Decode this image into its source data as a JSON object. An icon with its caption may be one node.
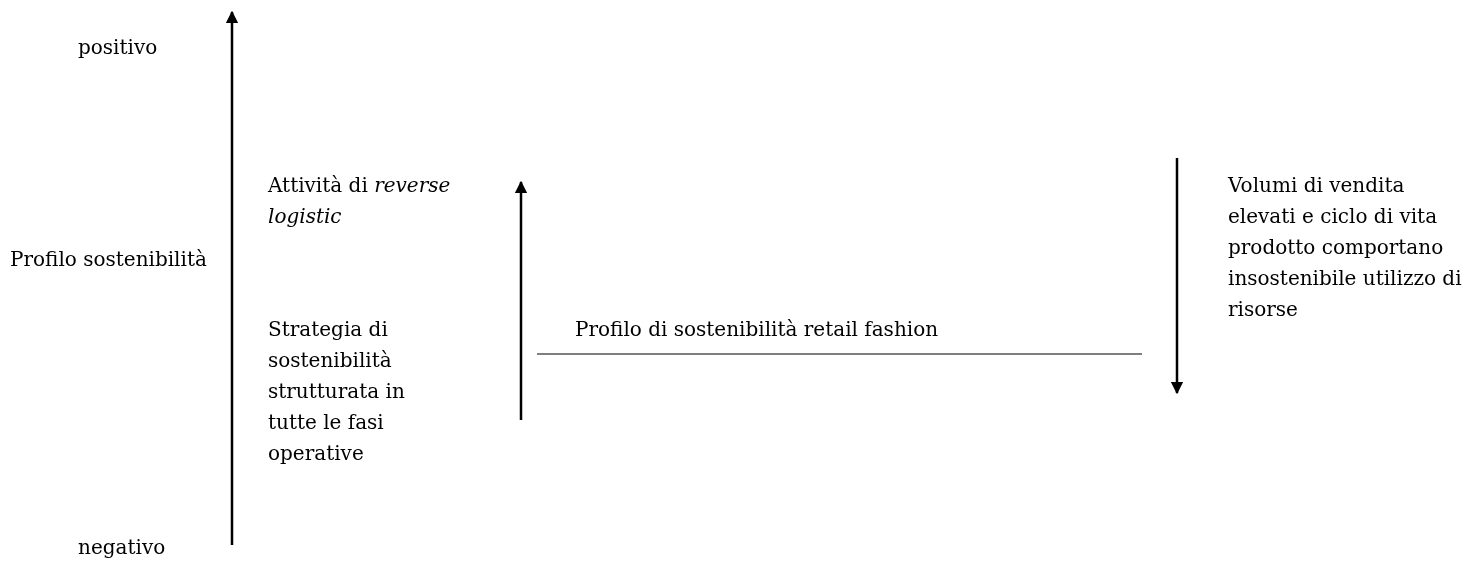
{
  "diagram": {
    "labels": [
      "positivo",
      "Attività di *reverse logistic*",
      "Volumi di vendita elevati e ciclo di vita prodotto comportano insostenibile utilizzo di risorse",
      "Profilo sostenibilità",
      "Strategia di sostenibilità strutturata in tutte le fasi operative",
      "Profilo di sostenibilità retail fashion",
      "negativo"
    ]
  }
}
